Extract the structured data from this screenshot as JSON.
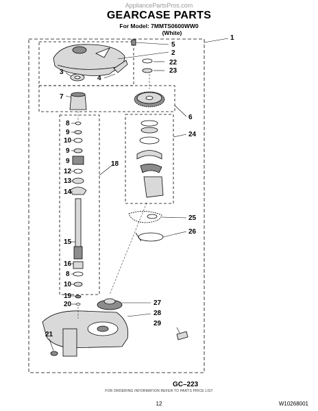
{
  "watermark": "AppliancePartsPros.com",
  "title": "GEARCASE PARTS",
  "model_line": "For Model: 7MMTS0600WW0",
  "variant": "(White)",
  "callouts": {
    "c1": "1",
    "c2": "2",
    "c3": "3",
    "c4": "4",
    "c5": "5",
    "c6": "6",
    "c7": "7",
    "c8a": "8",
    "c8b": "8",
    "c9a": "9",
    "c9b": "9",
    "c9c": "9",
    "c10a": "10",
    "c10b": "10",
    "c12": "12",
    "c13": "13",
    "c14": "14",
    "c15": "15",
    "c16": "16",
    "c18": "18",
    "c19": "19",
    "c20": "20",
    "c21": "21",
    "c22": "22",
    "c23": "23",
    "c24": "24",
    "c25": "25",
    "c26": "26",
    "c27": "27",
    "c28": "28",
    "c29": "29"
  },
  "drawing_code": "GC–223",
  "footer_note": "FOR ORDERING INFORMATION REFER TO PARTS PRICE LIST",
  "page_number": "12",
  "part_number": "W10268001",
  "colors": {
    "line": "#000000",
    "part_fill": "#d9d9d9",
    "part_dark": "#8c8c8c",
    "watermark": "#9a9a9a"
  }
}
